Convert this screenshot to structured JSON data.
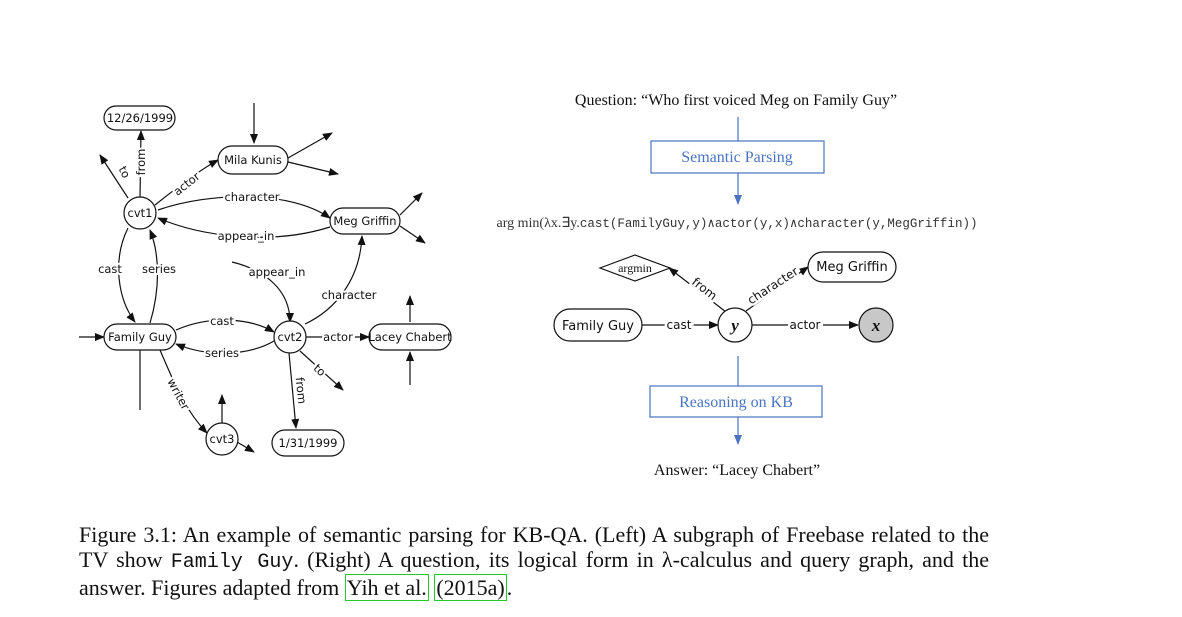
{
  "left_graph": {
    "nodes": {
      "date1": "12/26/1999",
      "mila": "Mila Kunis",
      "cvt1": "cvt1",
      "meg": "Meg Griffin",
      "family_guy": "Family Guy",
      "cvt2": "cvt2",
      "lacey": "Lacey Chabert",
      "cvt3": "cvt3",
      "date2": "1/31/1999"
    },
    "edges": {
      "to": "to",
      "from": "from",
      "actor": "actor",
      "character": "character",
      "appear_in": "appear_in",
      "cast": "cast",
      "series": "series",
      "writer": "writer"
    }
  },
  "right_panel": {
    "question": "Question: “Who first voiced Meg on Family Guy”",
    "semantic_parsing": "Semantic Parsing",
    "logical_form_prefix": "arg min(λx.∃y.",
    "logical_form_body": "cast(FamilyGuy,y)∧actor(y,x)∧character(y,MegGriffin))",
    "query_graph": {
      "argmin": "argmin",
      "family_guy": "Family Guy",
      "y": "y",
      "x": "x",
      "meg": "Meg Griffin",
      "cast": "cast",
      "actor": "actor",
      "character": "character",
      "from": "from"
    },
    "reasoning": "Reasoning on KB",
    "answer": "Answer: “Lacey Chabert”"
  },
  "caption": {
    "part1": "Figure 3.1: An example of semantic parsing for KB-QA. (Left) A subgraph of Freebase related to the TV show ",
    "code": "Family Guy",
    "part2": ". (Right) A question, its logical form in λ-calculus and query graph, and the answer. Figures adapted from ",
    "cite1": "Yih et al.",
    "cite2": "(2015a)",
    "end": "."
  },
  "colors": {
    "accent_blue": "#4a74c2",
    "cite_box": "#22cc22",
    "answer_node": "#c8c8c8"
  }
}
